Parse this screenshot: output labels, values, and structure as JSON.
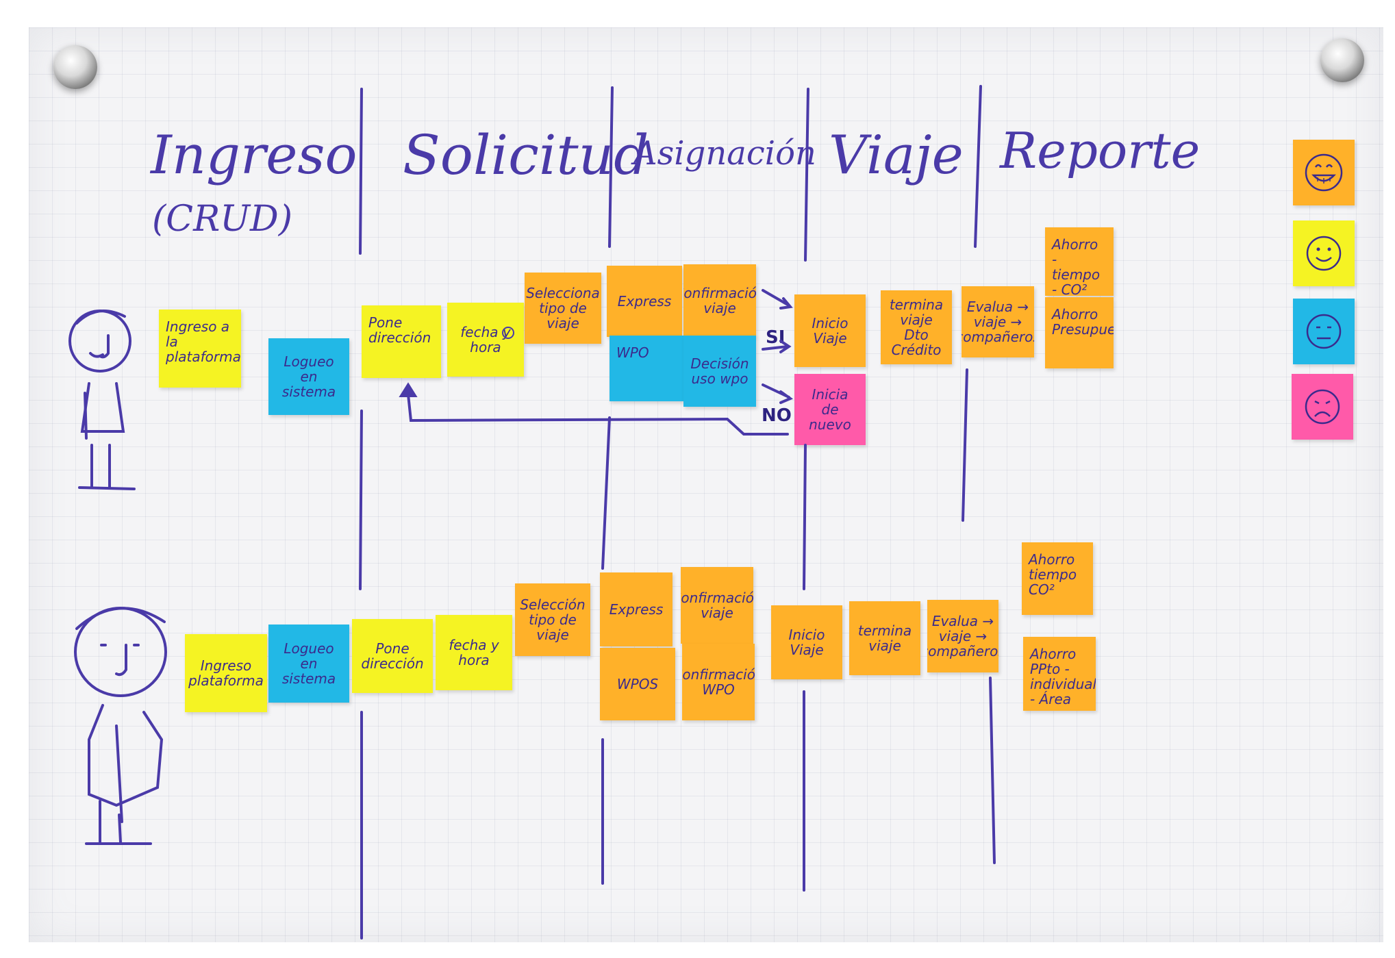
{
  "columns": {
    "ingreso": "Ingreso",
    "crud": "(CRUD)",
    "solicitud": "Solicitud",
    "asignacion": "Asignación",
    "viaje": "Viaje",
    "reporte": "Reporte"
  },
  "flow_labels": {
    "si": "SI",
    "no": "NO"
  },
  "row1": {
    "ingreso": "Ingreso a la plataforma",
    "logueo": "Logueo en sistema",
    "direccion": "Pone dirección",
    "fecha": "fecha y hora",
    "tipo": "Selecciona tipo de viaje",
    "express": "Express",
    "confirmacion": "Confirmación viaje",
    "wpo": "WPO",
    "decision": "Decisión uso wpo",
    "inicio": "Inicio Viaje",
    "termina": "termina viaje Dto Crédito",
    "evalua": "Evalua → viaje → compañeros",
    "ahorro1": "Ahorro - tiempo - CO²",
    "ahorro2": "Ahorro Presupuesto",
    "nuevo": "Inicia de nuevo"
  },
  "row2": {
    "ingreso": "Ingreso plataforma",
    "logueo": "Logueo en sistema",
    "direccion": "Pone dirección",
    "fecha": "fecha y hora",
    "tipo": "Selección tipo de viaje",
    "express": "Express",
    "confirmacion": "Confirmación viaje",
    "wpos": "WPOS",
    "confwpo": "Confirmación WPO",
    "inicio": "Inicio Viaje",
    "termina": "termina viaje",
    "evalua": "Evalua → viaje → compañeros",
    "ahorro1": "Ahorro tiempo CO²",
    "ahorro2": "Ahorro PPto - individual - Área"
  },
  "colors": {
    "yellow": "#f5f323",
    "orange": "#ffb129",
    "blue": "#22b8e6",
    "pink": "#ff5aa9",
    "marker": "#4a3aa8"
  },
  "legend": [
    "laughing-face-icon",
    "smiling-face-icon",
    "neutral-face-icon",
    "sad-face-icon"
  ]
}
